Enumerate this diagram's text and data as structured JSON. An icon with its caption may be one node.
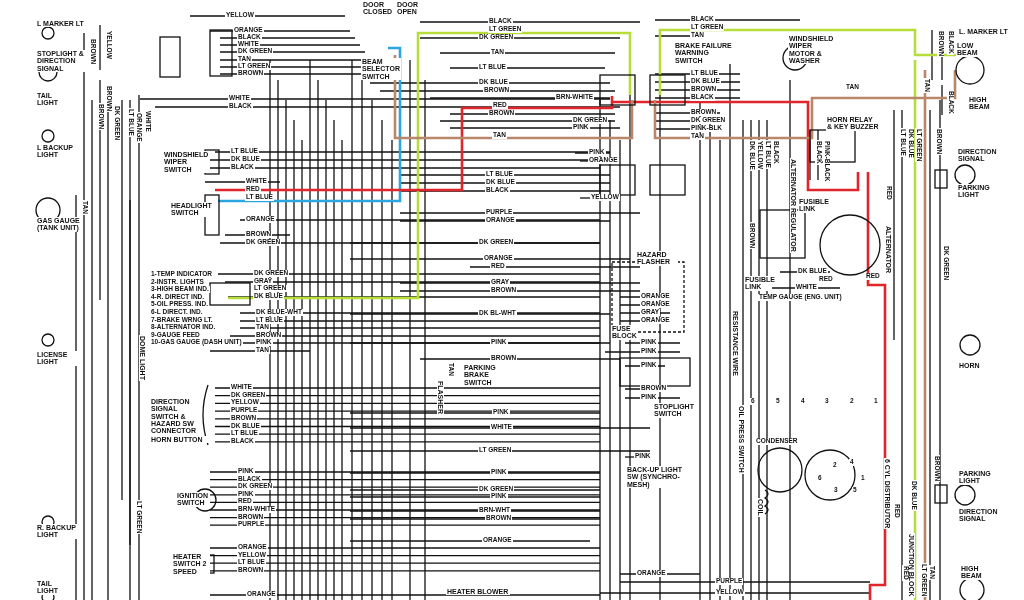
{
  "diagram": {
    "labels": [
      "L MARKER LT",
      "STOPLIGHT & DIRECTION SIGNAL",
      "TAIL LIGHT",
      "L BACKUP LIGHT",
      "GAS GAUGE (TANK UNIT)",
      "BROWN",
      "YELLOW",
      "BROWN",
      "BROWN",
      "DK GREEN",
      "LT BLUE",
      "ORANGE",
      "WHITE",
      "TAN",
      "YELLOW",
      "ORANGE",
      "BLACK",
      "WHITE",
      "DK GREEN",
      "TAN",
      "LT GREEN",
      "BROWN",
      "WHITE",
      "BLACK",
      "WINDSHIELD WIPER SWITCH",
      "LT BLUE",
      "DK BLUE",
      "BLACK",
      "HEADLIGHT SWITCH",
      "WHITE",
      "RED",
      "LT BLUE",
      "ORANGE",
      "BROWN",
      "DK GREEN",
      "1-TEMP INDICATOR",
      "2-INSTR. LIGHTS",
      "3-HIGH BEAM IND.",
      "4-R. DIRECT IND.",
      "5-OIL PRESS. IND.",
      "6-L DIRECT. IND.",
      "7-BRAKE WRNG LT.",
      "8-ALTERNATOR IND.",
      "9-GAUGE FEED",
      "10-GAS GAUGE (DASH UNIT)",
      "DK GREEN",
      "GRAY",
      "LT GREEN",
      "DK BLUE",
      "DK BLUE-WHT",
      "LT BLUE",
      "TAN",
      "BROWN",
      "PINK",
      "TAN",
      "LICENSE LIGHT",
      "DOME LIGHT",
      "DIRECTION SIGNAL SWITCH & HAZARD SW CONNECTOR",
      "HORN BUTTON",
      "WHITE",
      "DK GREEN",
      "YELLOW",
      "PURPLE",
      "BROWN",
      "DK BLUE",
      "LT BLUE",
      "BLACK",
      "IGNITION SWITCH",
      "PINK",
      "BLACK",
      "DK GREEN",
      "PINK",
      "RED",
      "BRN-WHITE",
      "BROWN",
      "PURPLE",
      "R. BACKUP LIGHT",
      "LT GREEN",
      "TAIL LIGHT",
      "HEATER SWITCH 2 SPEED",
      "ORANGE",
      "YELLOW",
      "LT BLUE",
      "BROWN",
      "ORANGE",
      "DOOR CLOSED",
      "DOOR OPEN",
      "BEAM SELECTOR SWITCH",
      "BLACK",
      "LT GREEN",
      "DK GREEN",
      "TAN",
      "LT BLUE",
      "DK BLUE",
      "BROWN",
      "BRN-WHITE",
      "RED",
      "BROWN",
      "DK GREEN",
      "PINK",
      "TAN",
      "PINK",
      "ORANGE",
      "LT BLUE",
      "DK BLUE",
      "BLACK",
      "YELLOW",
      "PURPLE",
      "ORANGE",
      "DK GREEN",
      "ORANGE",
      "RED",
      "GRAY",
      "BROWN",
      "HAZARD FLASHER",
      "ORANGE",
      "ORANGE",
      "GRAY",
      "ORANGE",
      "FUSE BLOCK",
      "DK BL-WHT",
      "PINK",
      "BROWN",
      "TAN",
      "PARKING BRAKE SWITCH",
      "FLASHER",
      "PINK",
      "PINK",
      "PINK",
      "BROWN",
      "PINK",
      "PINK",
      "WHITE",
      "STOPLIGHT SWITCH",
      "LT GREEN",
      "PINK",
      "BACK-UP LIGHT SW (SYNCHRO-MESH)",
      "PINK",
      "DK GREEN",
      "PINK",
      "BRN-WHT",
      "BROWN",
      "ORANGE",
      "HEATER BLOWER",
      "ORANGE",
      "BLACK",
      "LT GREEN",
      "TAN",
      "BRAKE FAILURE WARNING SWITCH",
      "LT BLUE",
      "DK BLUE",
      "BROWN",
      "BLACK",
      "BROWN",
      "DK GREEN",
      "PINK-BLK",
      "TAN",
      "WINDSHIELD WIPER MOTOR & WASHER",
      "L. MARKER LT",
      "LOW BEAM",
      "HIGH BEAM",
      "TAN",
      "BROWN",
      "BLACK",
      "BLACK",
      "TAN",
      "HORN RELAY & KEY BUZZER",
      "DIRECTION SIGNAL",
      "PARKING LIGHT",
      "DK BLUE",
      "YELLOW",
      "LT BLUE",
      "BLACK",
      "ALTERNATOR REGULATOR",
      "BLACK",
      "PINK-BLACK",
      "LT BLUE",
      "DK BLUE",
      "LT GREEN",
      "BROWN",
      "RED",
      "ALTERNATOR",
      "FUSIBLE LINK",
      "BROWN",
      "DK GREEN",
      "FUSIBLE LINK",
      "DK BLUE",
      "RED",
      "RED",
      "WHITE",
      "TEMP GAUGE (ENG. UNIT)",
      "RESISTANCE WIRE",
      "HORN",
      "OIL PRESS SWITCH",
      "6",
      "5",
      "4",
      "3",
      "2",
      "1",
      "CONDENSER",
      "2",
      "4",
      "6",
      "1",
      "3",
      "5",
      "COIL",
      "6 CYL DISTRIBUTOR",
      "BROWN",
      "PARKING LIGHT",
      "DK BLUE",
      "RED",
      "DIRECTION SIGNAL",
      "JUNCTION BLOCK",
      "RED",
      "LT GREEN",
      "TAN",
      "HIGH BEAM",
      "PURPLE",
      "YELLOW"
    ]
  }
}
